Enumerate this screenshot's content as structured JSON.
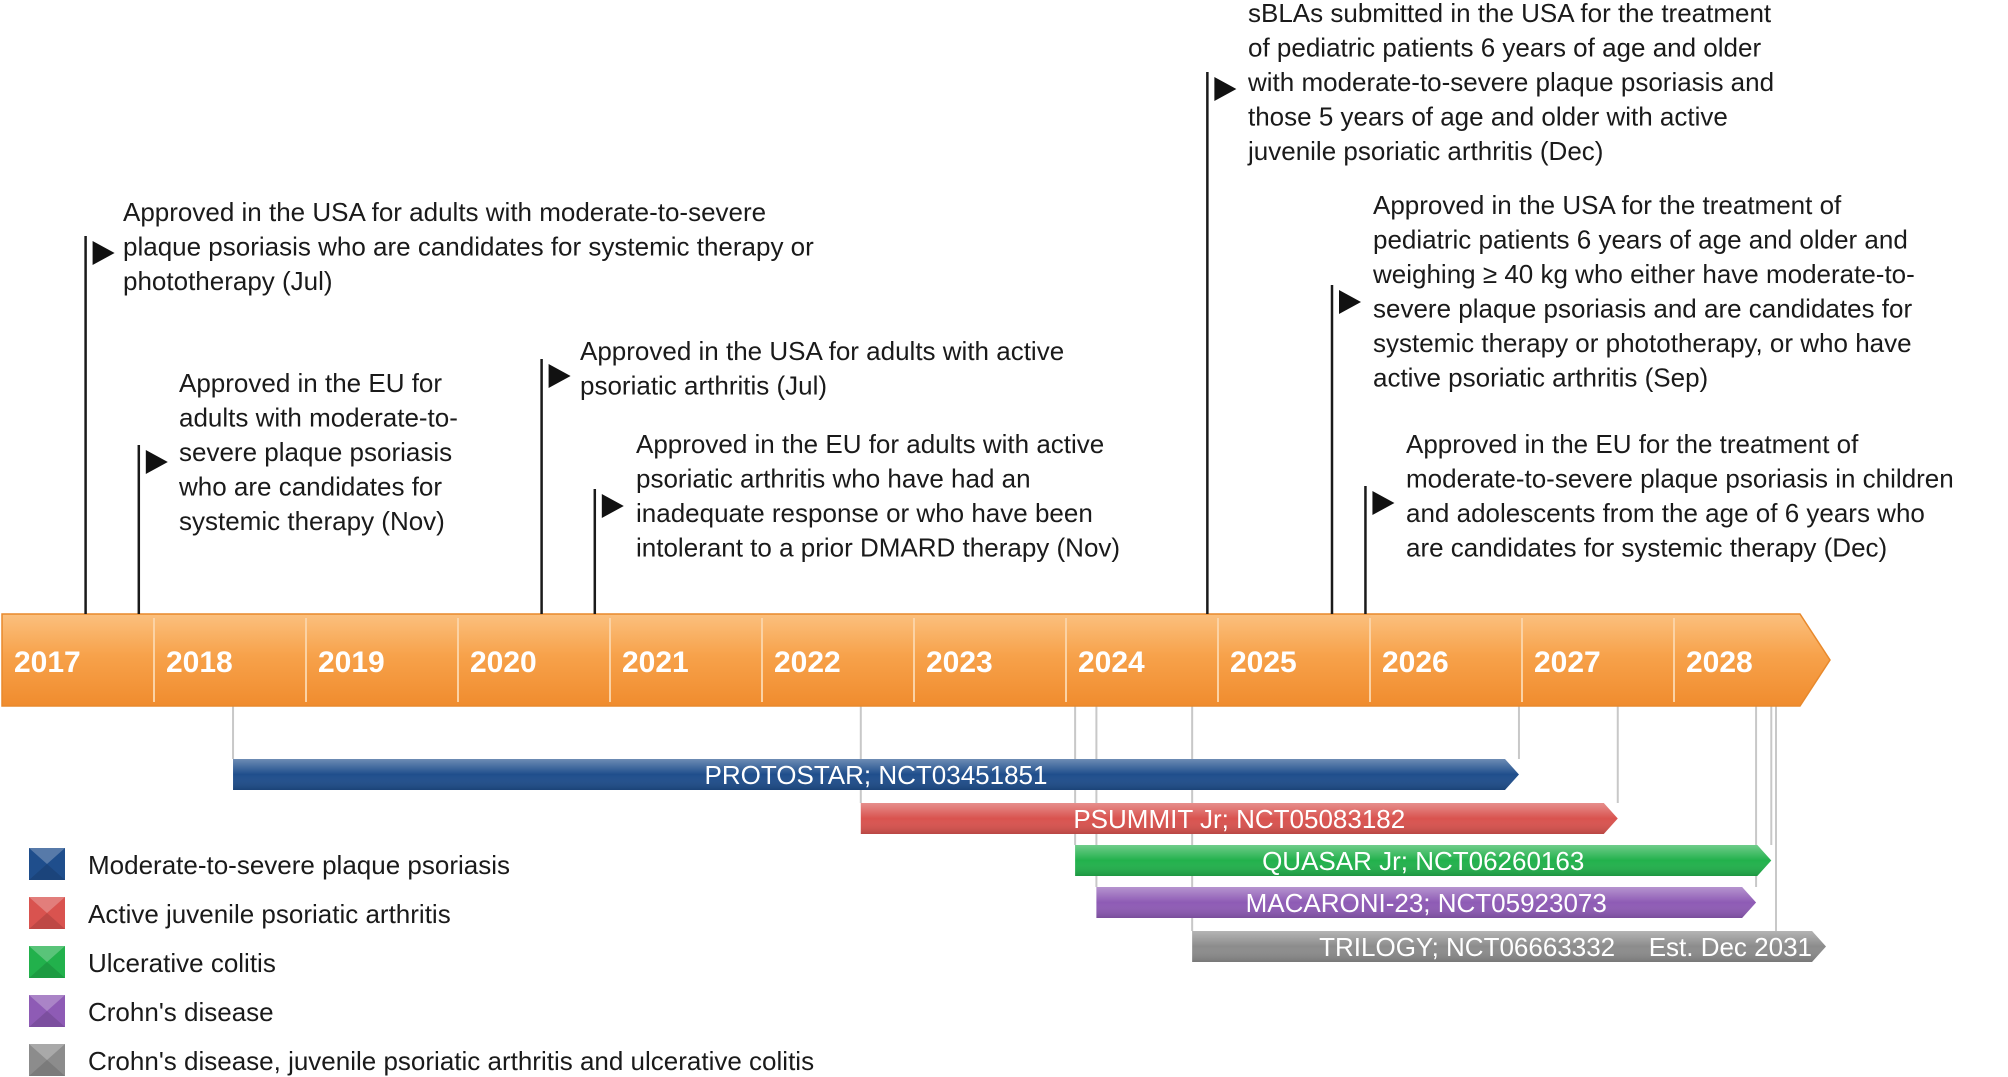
{
  "timeline": {
    "years": [
      "2017",
      "2018",
      "2019",
      "2020",
      "2021",
      "2022",
      "2023",
      "2024",
      "2025",
      "2026",
      "2027",
      "2028"
    ],
    "bar_color": "#F7A24B",
    "bar_color_light": "#FBC58A",
    "year_text_color": "#FFFFFF"
  },
  "milestones": [
    {
      "id": "usa-psoriasis-adults",
      "anchor": 2017.55,
      "lines": [
        "Approved in the USA for adults with moderate-to-severe",
        "plaque psoriasis who are candidates for systemic therapy or",
        "phototherapy (Jul)"
      ]
    },
    {
      "id": "eu-psoriasis-adults",
      "anchor": 2017.9,
      "lines": [
        "Approved in the EU for",
        "adults with moderate-to-",
        "severe plaque psoriasis",
        "who are candidates for",
        "systemic therapy (Nov)"
      ]
    },
    {
      "id": "usa-psa-adults",
      "anchor": 2020.55,
      "lines": [
        "Approved in the USA for adults with active",
        "psoriatic arthritis (Jul)"
      ]
    },
    {
      "id": "eu-psa-adults",
      "anchor": 2020.9,
      "lines": [
        "Approved in the EU for adults with active",
        "psoriatic arthritis who have had an",
        "inadequate response or who have been",
        "intolerant to a prior DMARD therapy (Nov)"
      ]
    },
    {
      "id": "sbla-pediatric",
      "anchor": 2024.93,
      "lines": [
        "sBLAs submitted in the USA for the treatment",
        "of pediatric patients 6 years of age and older",
        "with moderate-to-severe plaque psoriasis and",
        "those 5 years of age and older with active",
        "juvenile psoriatic arthritis (Dec)"
      ]
    },
    {
      "id": "usa-pediatric",
      "anchor": 2025.75,
      "lines": [
        "Approved in the USA for the treatment of",
        "pediatric patients 6 years of age and older and",
        "weighing ≥ 40 kg who either have moderate-to-",
        "severe plaque psoriasis and are candidates for",
        "systemic therapy or phototherapy, or who have",
        "active psoriatic arthritis (Sep)"
      ]
    },
    {
      "id": "eu-pediatric",
      "anchor": 2025.97,
      "lines": [
        "Approved in the EU for the treatment of",
        "moderate-to-severe plaque psoriasis in children",
        "and adolescents from the age of 6 years who",
        "are candidates for systemic therapy (Dec)"
      ]
    }
  ],
  "trials": [
    {
      "label": "PROTOSTAR; NCT03451851",
      "start": 2018.52,
      "end": 2026.98,
      "color": "#1F4E8C",
      "legend": "Moderate-to-severe plaque psoriasis"
    },
    {
      "label": "PSUMMIT Jr; NCT05083182",
      "start": 2022.65,
      "end": 2027.63,
      "color": "#D9534F",
      "legend": "Active juvenile psoriatic arthritis"
    },
    {
      "label": "QUASAR Jr; NCT06260163",
      "start": 2024.06,
      "end": 2028.64,
      "color": "#22B14C",
      "legend": "Ulcerative colitis"
    },
    {
      "label": "MACARONI-23; NCT05923073",
      "start": 2024.2,
      "end": 2028.54,
      "color": "#8E5BB5",
      "legend": "Crohn's disease"
    },
    {
      "label": "TRILOGY; NCT06663332",
      "start": 2024.83,
      "end": 2029.0,
      "color": "#8C8C8C",
      "legend": "Crohn's disease, juvenile psoriatic arthritis and ulcerative colitis",
      "end_note": "Est. Dec 2031"
    }
  ],
  "legend": [
    {
      "label": "Moderate-to-severe plaque psoriasis",
      "color": "#1F4E8C"
    },
    {
      "label": "Active juvenile psoriatic arthritis",
      "color": "#D9534F"
    },
    {
      "label": "Ulcerative colitis",
      "color": "#22B14C"
    },
    {
      "label": "Crohn's disease",
      "color": "#8E5BB5"
    },
    {
      "label": "Crohn's disease, juvenile psoriatic arthritis and ulcerative colitis",
      "color": "#8C8C8C"
    }
  ]
}
